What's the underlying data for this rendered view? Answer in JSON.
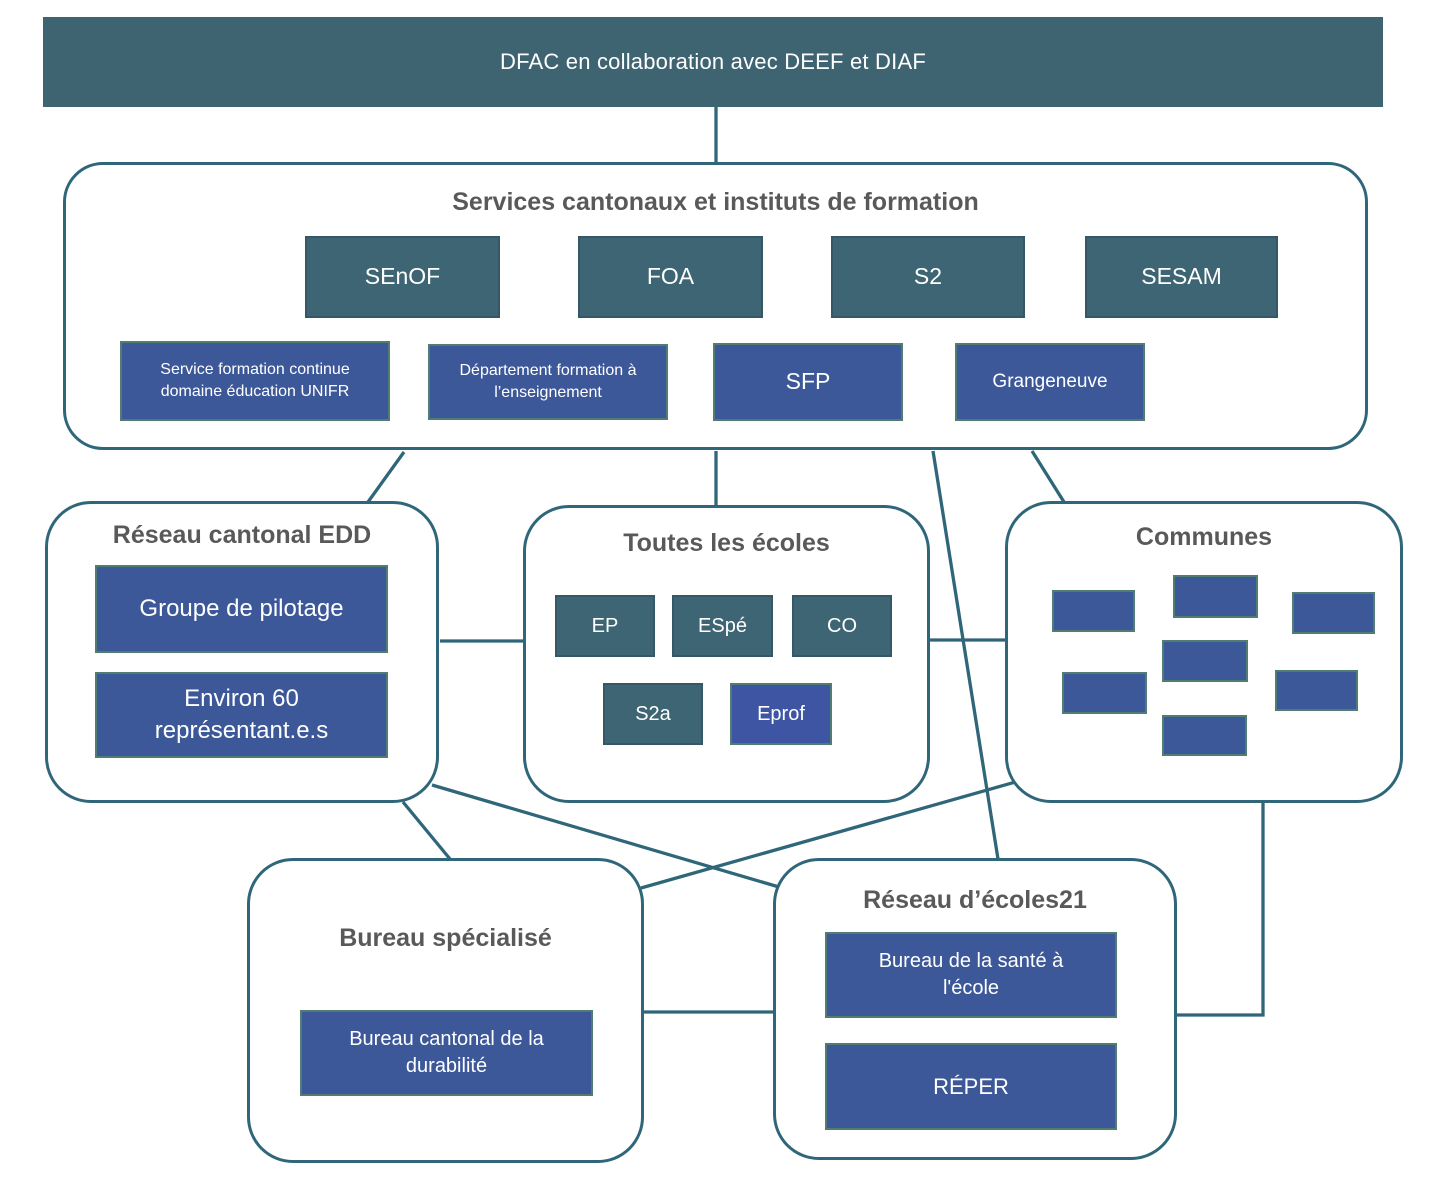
{
  "banner": {
    "title": "DFAC en collaboration avec DEEF et DIAF"
  },
  "services": {
    "title": "Services cantonaux et instituts de formation",
    "teal_boxes": [
      "SEnOF",
      "FOA",
      "S2",
      "SESAM"
    ],
    "blue_boxes": [
      "Service formation continue domaine éducation UNIFR",
      "Département formation à l’enseignement",
      "SFP",
      "Grangeneuve"
    ]
  },
  "reseau_edd": {
    "title": "Réseau cantonal EDD",
    "boxes": [
      "Groupe de pilotage",
      "Environ 60 représentant.e.s"
    ]
  },
  "toutes_ecoles": {
    "title": "Toutes les écoles",
    "teal_boxes": [
      "EP",
      "ESpé",
      "CO",
      "S2a"
    ],
    "blue_boxes": [
      "Eprof"
    ]
  },
  "communes": {
    "title": "Communes",
    "box_count": 7
  },
  "bureau_specialise": {
    "title": "Bureau spécialisé",
    "boxes": [
      "Bureau cantonal de la durabilité"
    ]
  },
  "reseau_ecoles21": {
    "title": "Réseau d’écoles21",
    "boxes": [
      "Bureau de la santé à l'école",
      "RÉPER"
    ]
  },
  "colors": {
    "banner_teal": "#3E6371",
    "teal": "#3E6573",
    "blue": "#3C5899",
    "blue_eprof": "#3E55A4",
    "blue_border": "#4F7D71",
    "line": "#2F6679",
    "title_gray": "#595959"
  }
}
